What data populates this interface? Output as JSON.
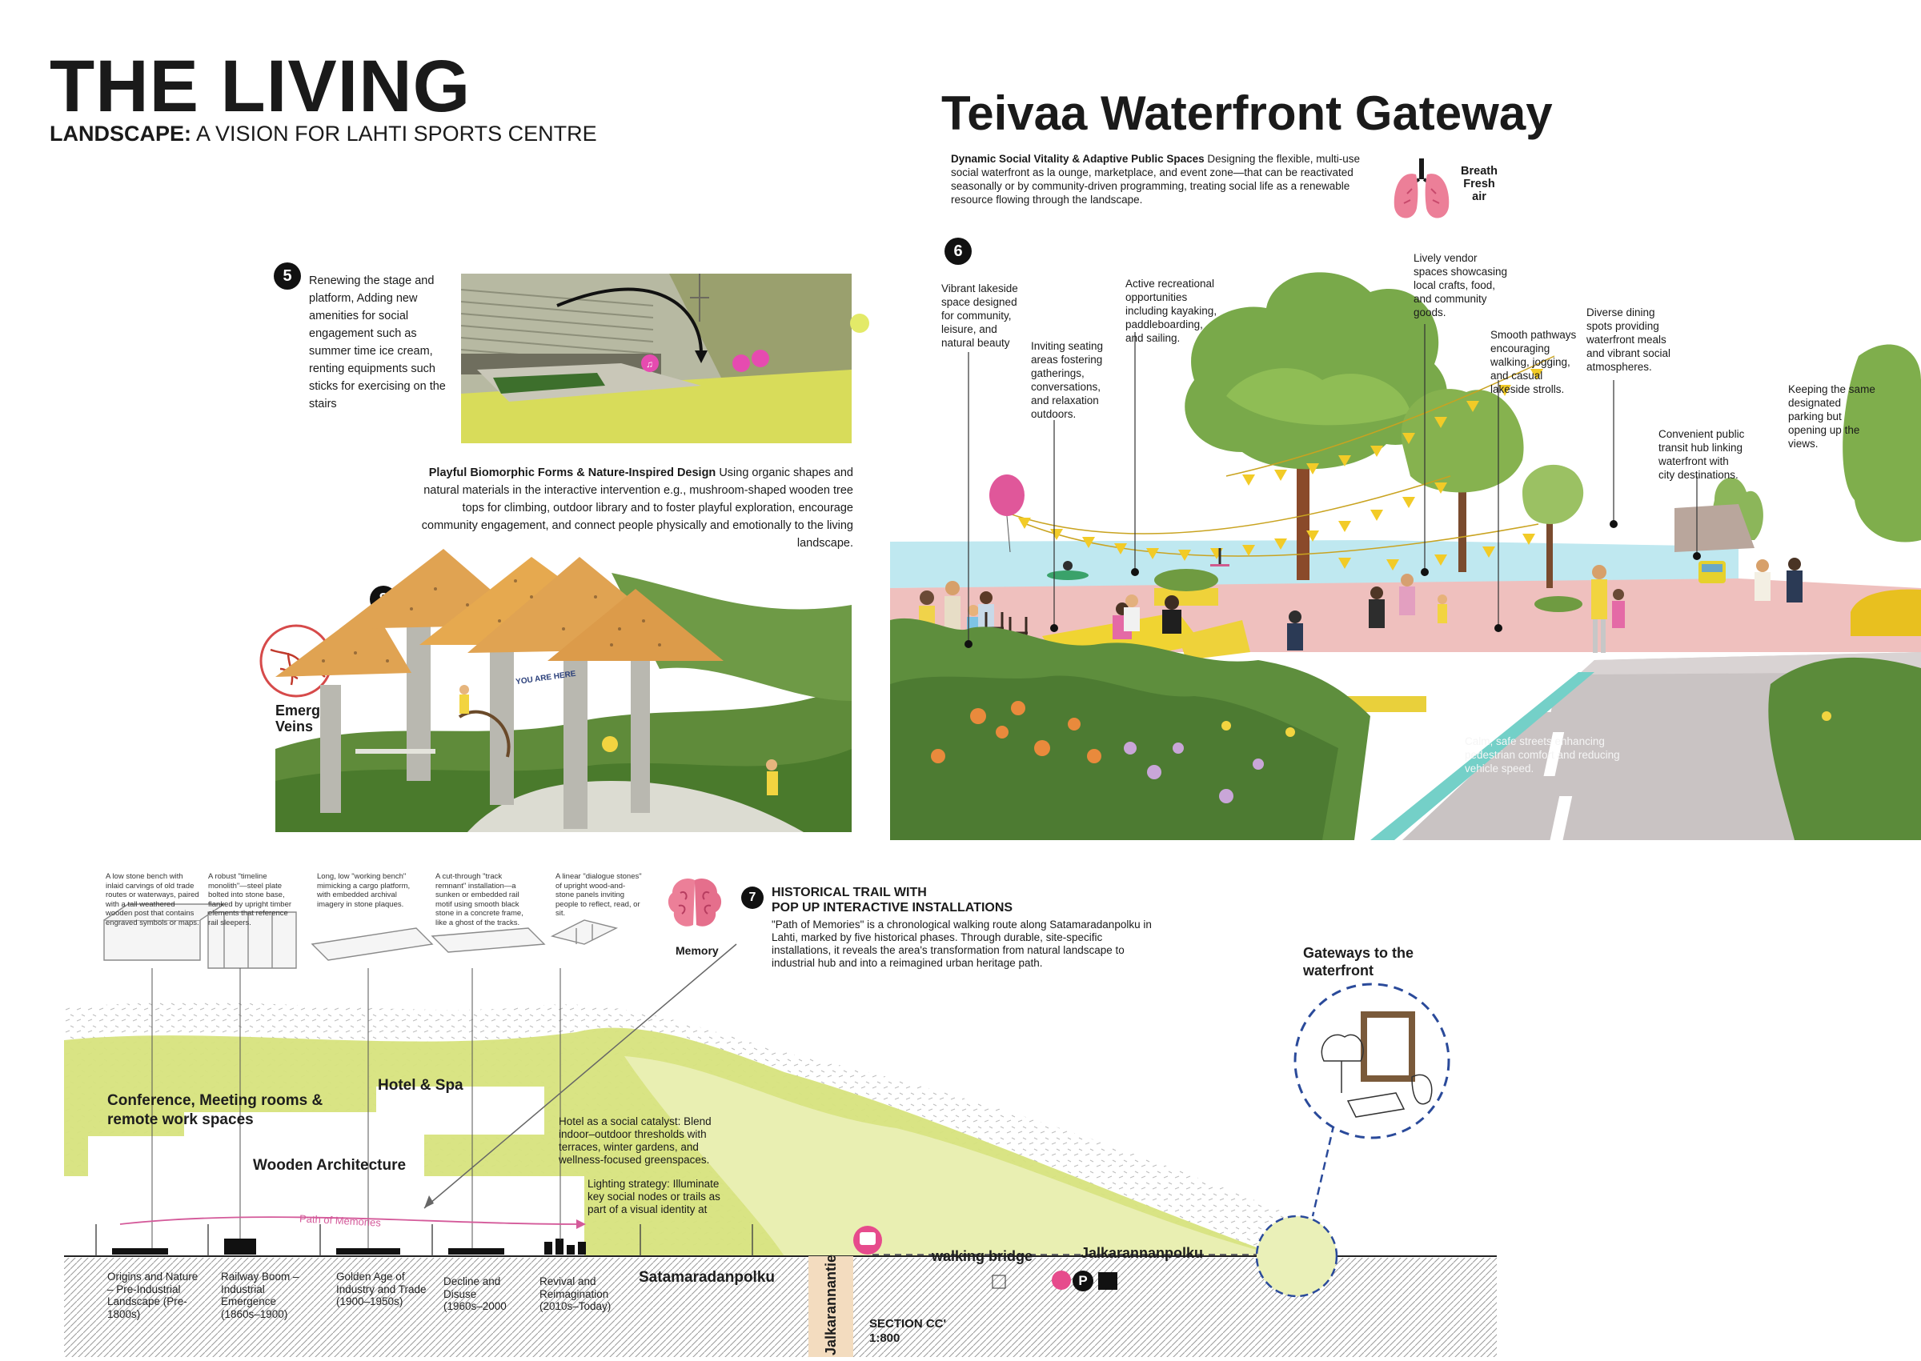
{
  "header": {
    "title_main": "THE LIVING",
    "title_sub_bold": "LANDSCAPE:",
    "title_sub_rest": " A VISION FOR LAHTI SPORTS CENTRE"
  },
  "gateway": {
    "title": "Teivaa Waterfront Gateway",
    "intro_bold": "Dynamic Social Vitality & Adaptive Public Spaces",
    "intro_rest": " Designing the flexible, multi-use social waterfront as la ounge, marketplace, and event zone—that can be reactivated seasonally or by community-driven programming, treating social life as a renewable resource flowing through the landscape.",
    "breath_label": "Breath Fresh air",
    "badge": "6",
    "annotations": {
      "lakeside": "Vibrant lakeside space designed for community, leisure, and natural beauty",
      "seating": "Inviting seating areas fostering gatherings, conversations, and relaxation outdoors.",
      "recreation": "Active recreational opportunities including kayaking, paddleboarding, and sailing.",
      "vendor": "Lively vendor spaces showcasing local crafts, food, and community goods.",
      "pathways": "Smooth pathways encouraging walking, jogging, and casual lakeside strolls.",
      "dining": "Diverse dining spots providing waterfront meals and vibrant social atmospheres.",
      "transit": "Convenient public transit hub linking waterfront with city destinations.",
      "parking": "Keeping the same designated parking but opening up the views.",
      "streets": "Calm, safe streets enhancing pedestrian comfort and reducing vehicle speed."
    }
  },
  "stage": {
    "badge": "5",
    "text": "Renewing the stage and platform, Adding new amenities for social engagement such as summer time ice cream, renting equipments such sticks for exercising on the stairs"
  },
  "playful": {
    "bold": "Playful Biomorphic Forms & Nature-Inspired Design",
    "rest": " Using organic shapes and natural materials in the interactive intervention e.g., mushroom-shaped wooden tree tops for climbing, outdoor library and to foster playful exploration, encourage community engagement, and connect people physically and emotionally to the living landscape.",
    "badge": "8",
    "veins_label": "Emerging Veins",
    "you_are_here": "YOU ARE HERE"
  },
  "trail": {
    "badge": "7",
    "memory_label": "Memory",
    "title_line1": "HISTORICAL TRAIL WITH",
    "title_line2": "POP UP INTERACTIVE INSTALLATIONS",
    "text": "\"Path of Memories\" is a chronological walking route along Satamaradanpolku in Lahti, marked by five historical phases. Through durable, site-specific installations, it reveals the area's transformation from natural landscape to industrial hub and into a reimagined urban heritage path.",
    "installations": [
      "A low stone bench with inlaid carvings of old trade routes or waterways, paired with a tall weathered wooden post that contains engraved symbols or maps.",
      "A robust \"timeline monolith\"—steel plate bolted into stone base, flanked by upright timber elements that reference rail sleepers.",
      "Long, low \"working bench\" mimicking a cargo platform, with embedded archival imagery in stone plaques.",
      "A cut-through \"track remnant\" installation—a sunken or embedded rail motif using smooth black stone in a concrete frame, like a ghost of the tracks.",
      "A linear \"dialogue stones\" of upright wood-and-stone panels inviting people to reflect, read, or sit."
    ]
  },
  "section": {
    "conference": "Conference, Meeting rooms & remote work spaces",
    "hotel": "Hotel & Spa",
    "wooden": "Wooden Architecture",
    "hotel_note": "Hotel as a social catalyst: Blend indoor–outdoor thresholds with terraces, winter gardens, and wellness-focused greenspaces.",
    "lighting_note": "Lighting strategy: Illuminate key social nodes or trails as part of a visual identity at",
    "path_memories": "Path of Memories",
    "satamaradanpolku": "Satamaradanpolku",
    "jalkarannantie": "Jalkarannantie",
    "walking_bridge": "walking bridge",
    "jalkarannanpolku": "Jalkarannanpolku",
    "section_label": "SECTION CC'",
    "scale": "1:800",
    "gateways_label": "Gateways to the waterfront",
    "parking_icon": "P",
    "eras": [
      "Origins and Nature – Pre-Industrial Landscape (Pre-1800s)",
      "Railway Boom – Industrial Emergence (1860s–1900)",
      "Golden Age of Industry and Trade (1900–1950s)",
      "Decline and Disuse (1960s–2000",
      "Revival and Reimagination (2010s–Today)"
    ]
  },
  "colors": {
    "lime": "#d7e37d",
    "lime_light": "#e9efb2",
    "pink": "#e95a9a",
    "plaza_pink": "#efc0be",
    "water": "#bfe8f0",
    "mushroom_cap": "#e0a352",
    "bunting": "#f2cb27"
  }
}
